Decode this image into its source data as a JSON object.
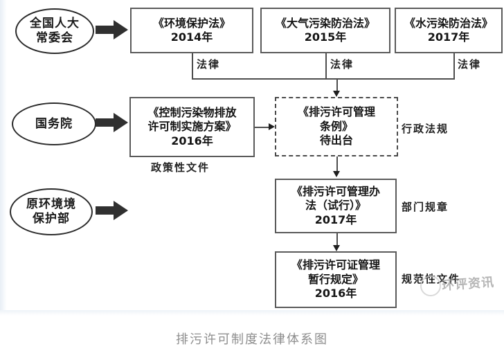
{
  "diagram": {
    "caption": "排污许可制度法律体系图",
    "watermark": {
      "text": "环评资讯",
      "logo_icon": "circle-logo-icon"
    },
    "actors": [
      {
        "id": "npc",
        "label_line1": "全国人大",
        "label_line2": "常委会"
      },
      {
        "id": "state-council",
        "label_line1": "国务院",
        "label_line2": ""
      },
      {
        "id": "mep",
        "label_line1": "原环境境",
        "label_line2": "保护部"
      }
    ],
    "actor_labels": {
      "npc": "全国人大常委会",
      "state_council": "国务院",
      "mep": "原环境保护部"
    },
    "laws": [
      {
        "title": "《环境保护法》",
        "year": "2014年",
        "tier": "法律"
      },
      {
        "title": "《大气污染防治法》",
        "year": "2015年",
        "tier": "法律"
      },
      {
        "title": "《水污染防治法》",
        "year": "2017年",
        "tier": "法律"
      }
    ],
    "documents": {
      "policy": {
        "title_line1": "《控制污染物排放",
        "title_line2": "许可制实施方案》",
        "year": "2016年",
        "tier_label": "政策性文件"
      },
      "regulation": {
        "title_line1": "《排污许可管理",
        "title_line2": "条例》",
        "status": "待出台",
        "tier_label": "行政法规",
        "style": "dashed"
      },
      "measures": {
        "title_line1": "《排污许可管理办",
        "title_line2": "法（试行）》",
        "year": "2017年",
        "tier_label": "部门规章"
      },
      "provisions": {
        "title_line1": "《排污许可证管理",
        "title_line2": "暂行规定》",
        "year": "2016年",
        "tier_label": "规范性文件"
      }
    },
    "colors": {
      "box_border": "#5a5a5a",
      "oval_border": "#2b2b2b",
      "connector": "#4d4d4d",
      "block_arrow": "#303030",
      "caption": "#8d8d8d",
      "text": "#141414"
    }
  }
}
